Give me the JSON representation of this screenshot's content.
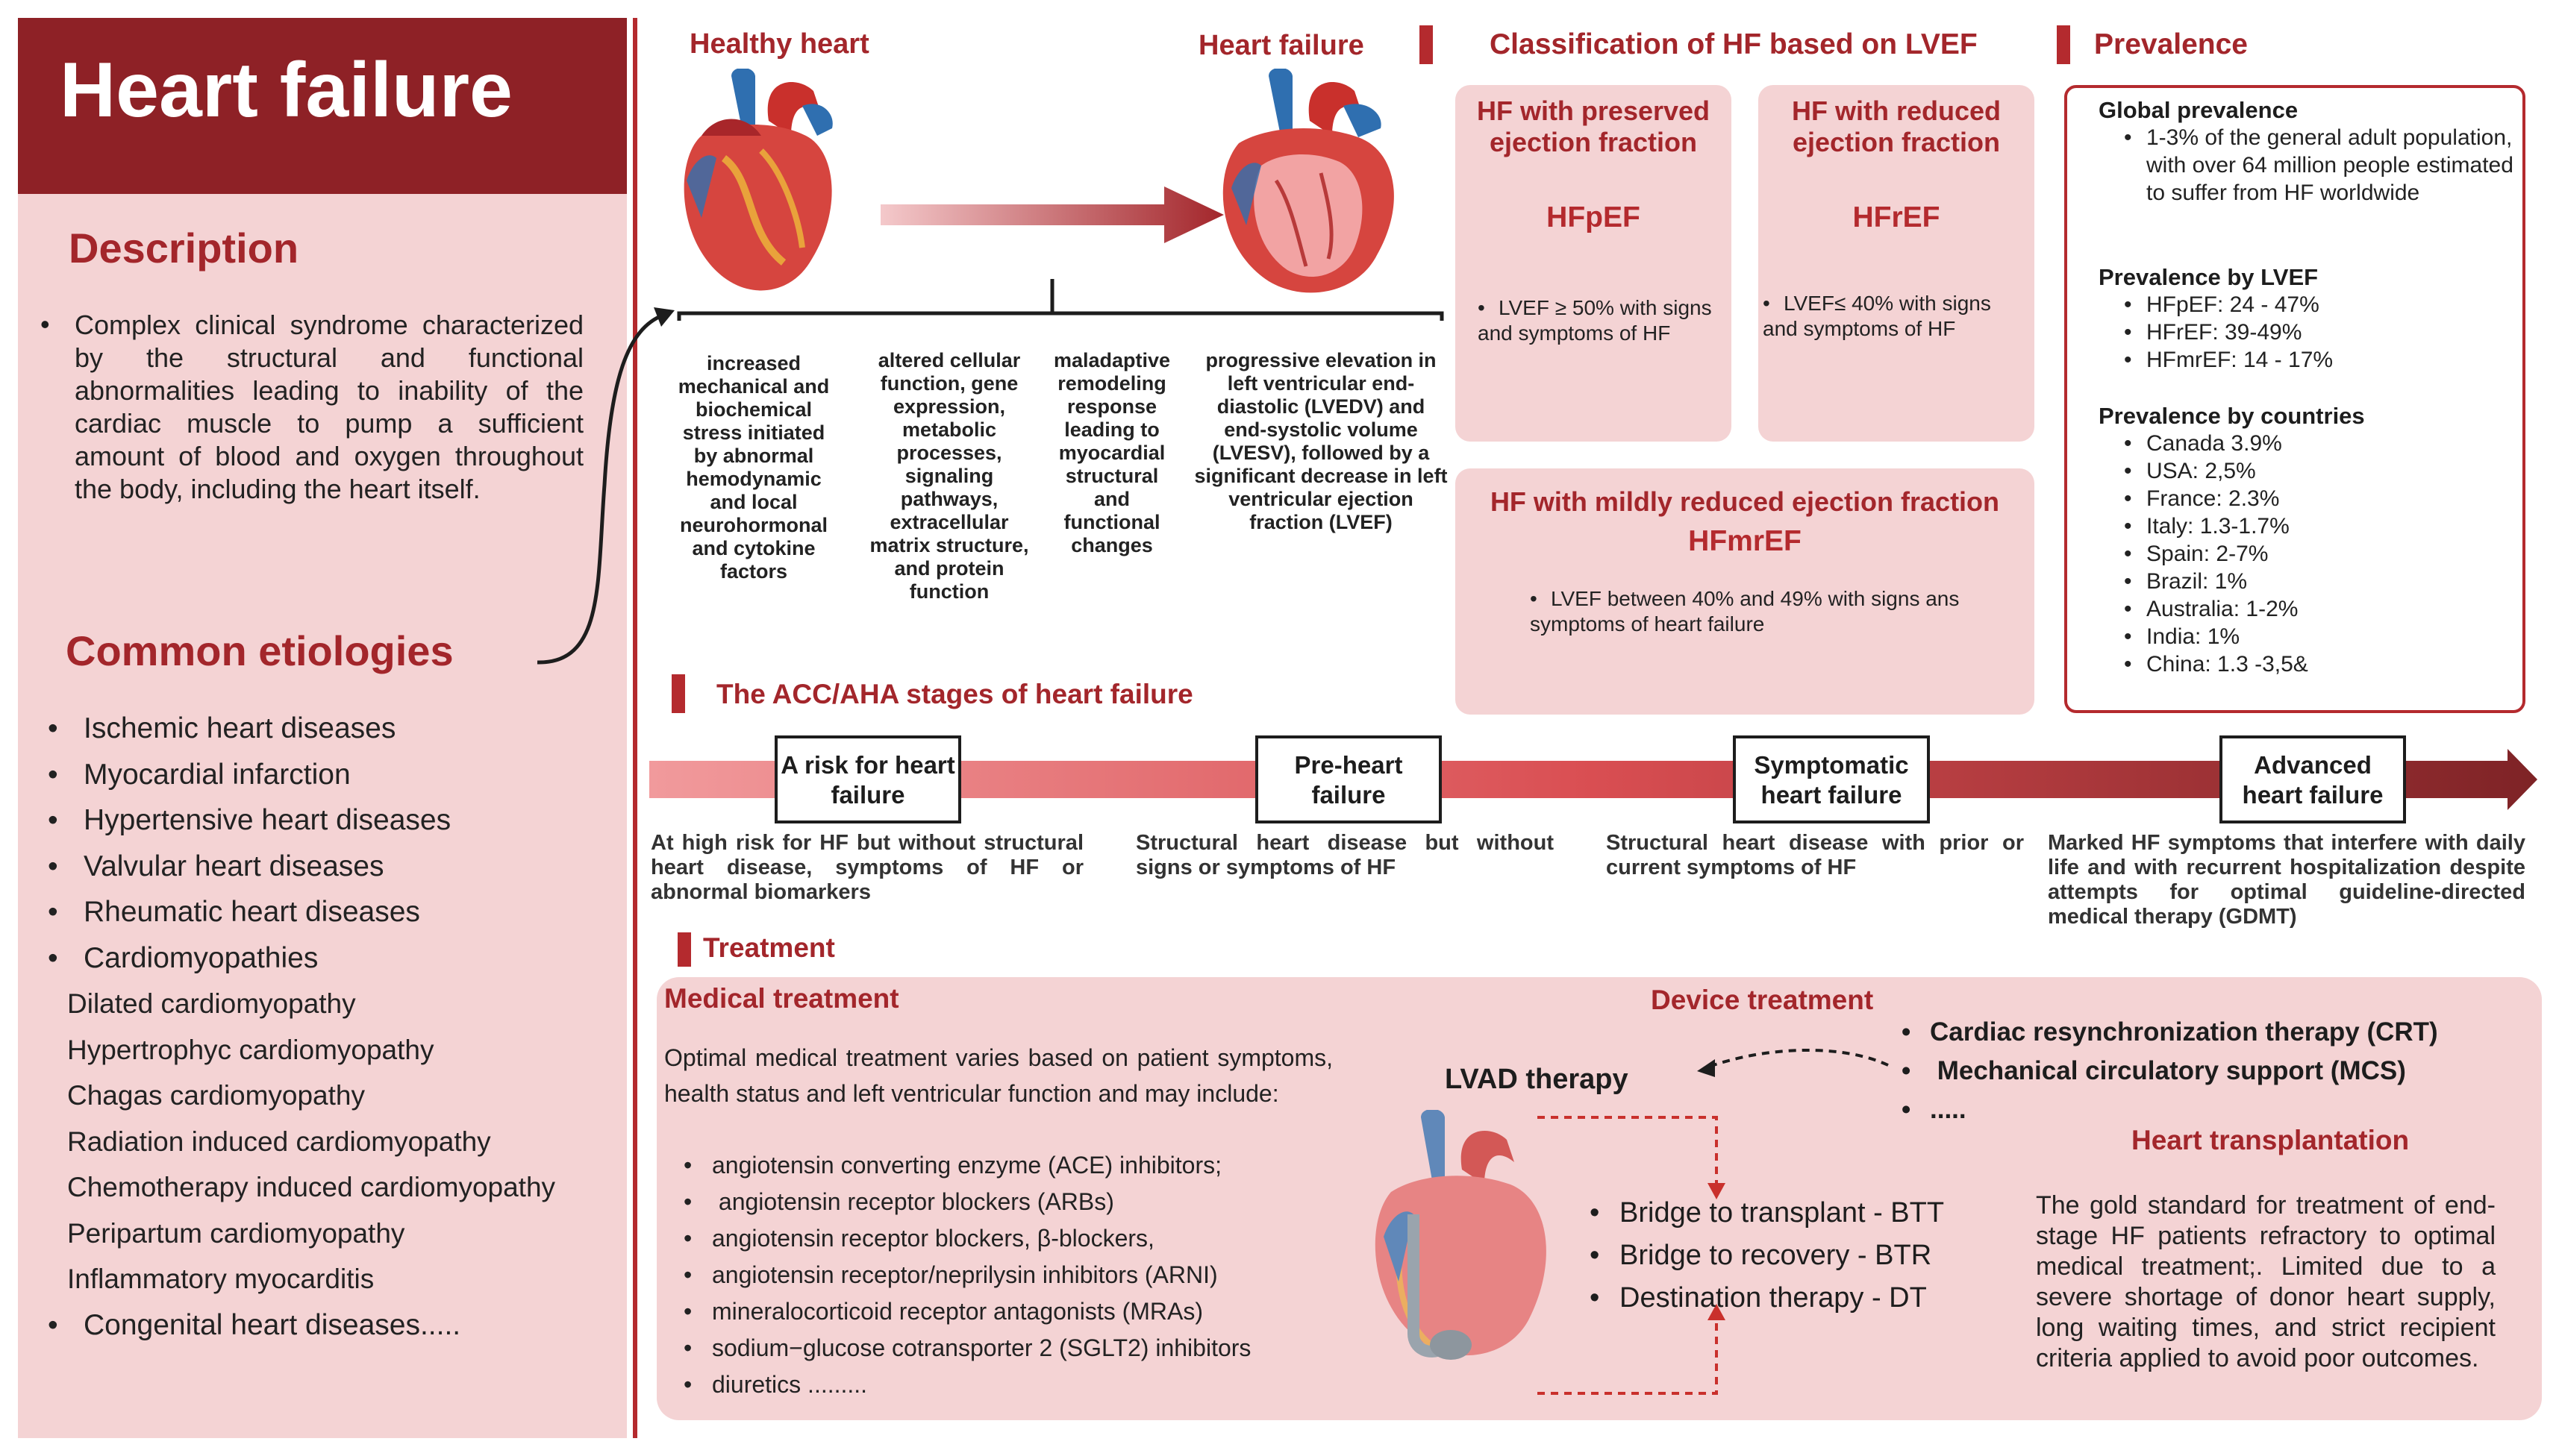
{
  "title": "Heart failure",
  "colors": {
    "accent": "#a3262b",
    "banner": "#8e2126",
    "panel": "#f4d3d4",
    "heart_red": "#d6453f",
    "vessel_blue": "#2f6fb0"
  },
  "description": {
    "heading": "Description",
    "text": "Complex clinical syndrome characterized by the structural and functional abnormalities leading to inability of the cardiac muscle to pump a sufficient amount of blood and oxygen throughout the body, including the heart itself."
  },
  "etiologies": {
    "heading": "Common etiologies",
    "items": [
      "Ischemic heart diseases",
      "Myocardial infarction",
      "Hypertensive heart diseases",
      "Valvular heart diseases",
      "Rheumatic heart diseases",
      "Cardiomyopathies"
    ],
    "cardiomyopathies": [
      "Dilated cardiomyopathy",
      "Hypertrophyc cardiomyopathy",
      "Chagas cardiomyopathy",
      "Radiation induced cardiomyopathy",
      "Chemotherapy induced cardiomyopathy",
      "Peripartum cardiomyopathy",
      "Inflammatory myocarditis"
    ],
    "last": "Congenital heart diseases....."
  },
  "progression": {
    "healthy_label": "Healthy heart",
    "failure_label": "Heart failure",
    "mechanisms": [
      "increased mechanical and biochemical stress initiated by abnormal hemodynamic and local neurohormonal and cytokine factors",
      "altered cellular function, gene expression, metabolic processes, signaling pathways, extracellular matrix structure, and protein function",
      "maladaptive remodeling response leading to myocardial structural and functional changes",
      "progressive elevation in left ventricular end-diastolic (LVEDV) and end-systolic volume (LVESV), followed by a significant decrease in left ventricular ejection fraction (LVEF)"
    ]
  },
  "classification": {
    "heading": "Classification of HF based on LVEF",
    "preserved": {
      "title": "HF with preserved ejection fraction",
      "abbr": "HFpEF",
      "text": "LVEF ≥ 50% with signs and symptoms of HF"
    },
    "reduced": {
      "title": "HF with reduced ejection fraction",
      "abbr": "HFrEF",
      "text": "LVEF≤ 40% with signs and symptoms of HF"
    },
    "mildly_reduced": {
      "title": "HF with mildly reduced ejection fraction",
      "abbr": "HFmrEF",
      "text": "LVEF between 40% and 49% with signs ans symptoms of heart failure"
    }
  },
  "prevalence": {
    "heading": "Prevalence",
    "global_heading": "Global prevalence",
    "global": [
      "1-3% of the general adult population, with over 64 million people estimated to suffer from HF worldwide"
    ],
    "lvef_heading": "Prevalence by LVEF",
    "lvef": [
      "HFpEF:  24 - 47%",
      "HFrEF: 39-49%",
      "HFmrEF: 14 - 17%"
    ],
    "countries_heading": "Prevalence by countries",
    "countries": [
      "Canada 3.9%",
      "USA: 2,5%",
      "France: 2.3%",
      "Italy: 1.3-1.7%",
      "Spain: 2-7%",
      "Brazil: 1%",
      "Australia: 1-2%",
      "India: 1%",
      "China: 1.3 -3,5&"
    ]
  },
  "stages": {
    "heading": "The ACC/AHA stages of heart failure",
    "items": [
      {
        "label": "A risk for heart failure",
        "desc": "At high risk for HF but without structural heart disease, symptoms of HF or abnormal biomarkers"
      },
      {
        "label": "Pre-heart failure",
        "desc": "Structural heart disease but without signs or symptoms of HF"
      },
      {
        "label": "Symptomatic heart failure",
        "desc": "Structural heart disease with prior or current symptoms of HF"
      },
      {
        "label": "Advanced heart failure",
        "desc": "Marked HF symptoms that interfere with daily life and with recurrent hospitalization despite attempts for optimal guideline-directed medical therapy (GDMT)"
      }
    ]
  },
  "treatment": {
    "heading": "Treatment",
    "medical": {
      "heading": "Medical treatment",
      "intro": "Optimal medical treatment varies based on patient symptoms, health status and left ventricular function and may include:",
      "items": [
        "angiotensin converting enzyme (ACE)  inhibitors;",
        " angiotensin receptor blockers (ARBs)",
        "angiotensin receptor blockers, β-blockers,",
        "angiotensin receptor/neprilysin inhibitors (ARNI)",
        "mineralocorticoid receptor antagonists  (MRAs)",
        "sodium−glucose cotransporter  2 (SGLT2) inhibitors",
        "diuretics ........."
      ]
    },
    "device": {
      "heading": "Device treatment",
      "items": [
        "Cardiac resynchronization therapy (CRT)",
        " Mechanical circulatory support (MCS)",
        "....."
      ]
    },
    "lvad": {
      "heading": "LVAD therapy",
      "items": [
        "Bridge to transplant - BTT",
        "Bridge to recovery   - BTR",
        "Destination therapy  - DT"
      ]
    },
    "transplant": {
      "heading": "Heart transplantation",
      "text": "The gold standard for treatment of end-stage HF patients refractory to optimal medical treatment;. Limited due to a severe shortage of donor heart supply, long waiting times, and strict recipient criteria applied to avoid poor outcomes."
    }
  }
}
